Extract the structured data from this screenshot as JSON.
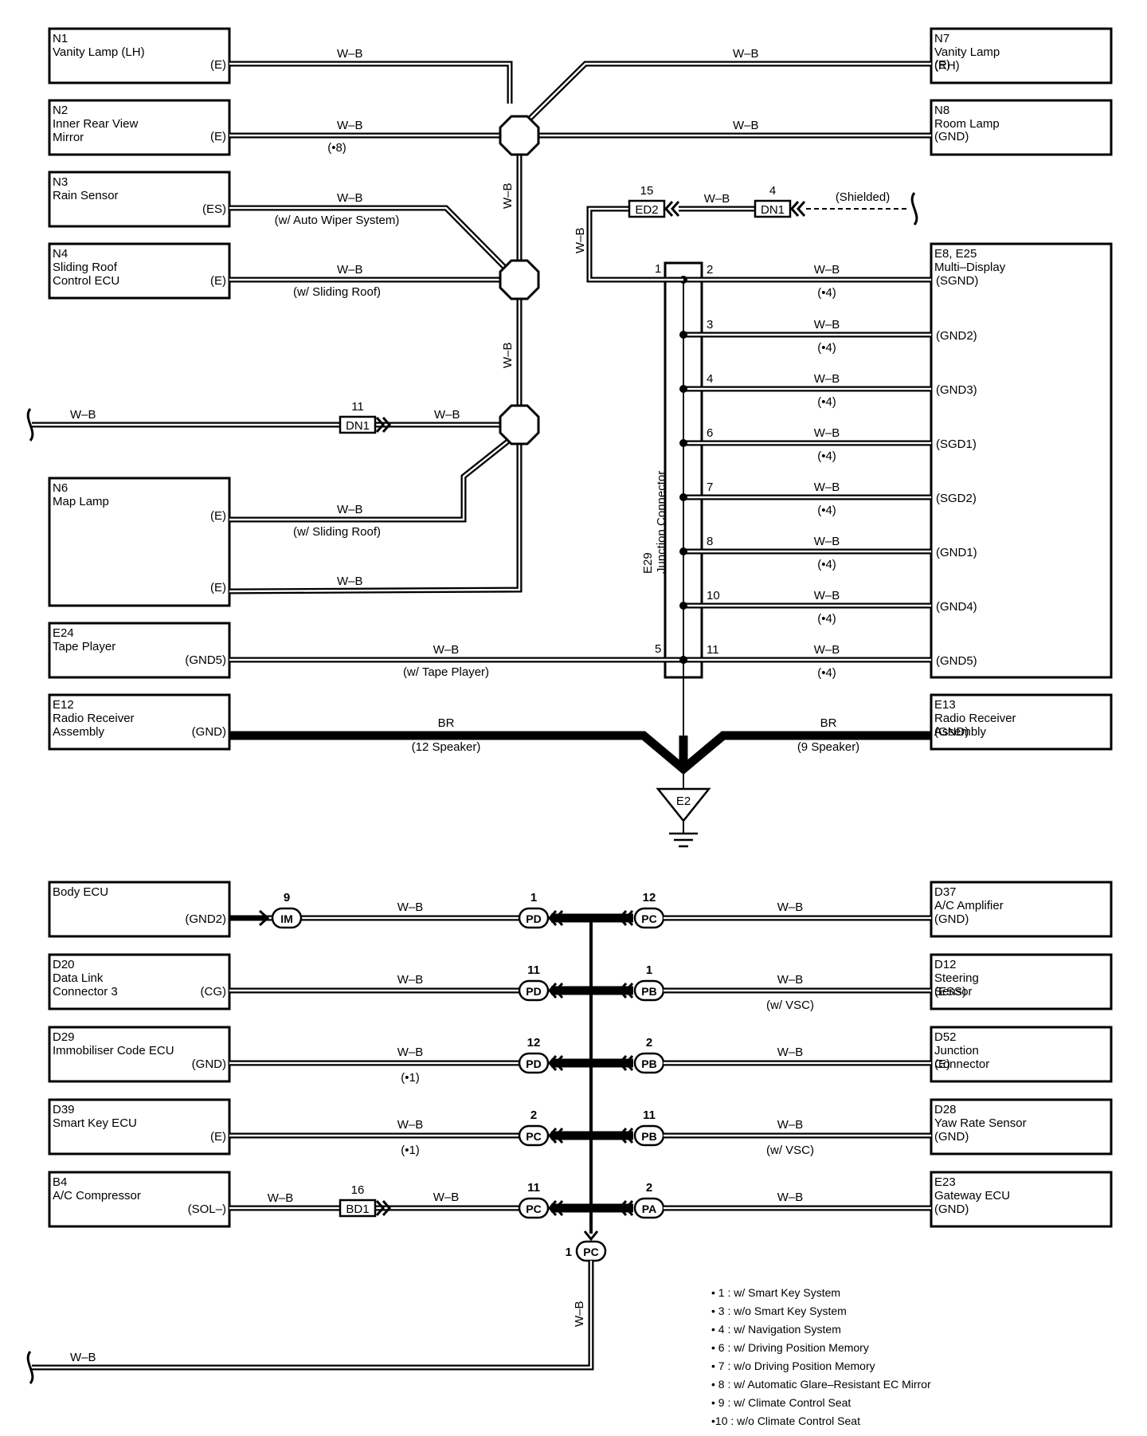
{
  "top_components": [
    {
      "id": "n1",
      "lines": [
        "N1",
        "Vanity Lamp (LH)"
      ],
      "pin": "(E)"
    },
    {
      "id": "n2",
      "lines": [
        "N2",
        "Inner Rear View",
        "Mirror"
      ],
      "pin": "(E)"
    },
    {
      "id": "n3",
      "lines": [
        "N3",
        "Rain Sensor"
      ],
      "pin": "(ES)"
    },
    {
      "id": "n4",
      "lines": [
        "N4",
        "Sliding Roof",
        "Control ECU"
      ],
      "pin": "(E)"
    },
    {
      "id": "n6",
      "lines": [
        "N6",
        "Map Lamp"
      ],
      "pins": [
        "(E)",
        "(E)"
      ]
    },
    {
      "id": "e24",
      "lines": [
        "E24",
        "Tape Player"
      ],
      "pin": "(GND5)"
    },
    {
      "id": "e12",
      "lines": [
        "E12",
        "Radio Receiver",
        "Assembly"
      ],
      "pin": "(GND)"
    },
    {
      "id": "n7",
      "lines": [
        "N7",
        "Vanity Lamp",
        "(RH)"
      ],
      "pin": "(E)"
    },
    {
      "id": "n8",
      "lines": [
        "N8",
        "Room Lamp"
      ],
      "pin": "(GND)"
    },
    {
      "id": "e8",
      "lines": [
        "E8, E25",
        "Multi–Display"
      ],
      "pins": [
        "(SGND)",
        "(GND2)",
        "(GND3)",
        "(SGD1)",
        "(SGD2)",
        "(GND1)",
        "(GND4)",
        "(GND5)"
      ]
    },
    {
      "id": "e13",
      "lines": [
        "E13",
        "Radio Receiver",
        "Assembly"
      ],
      "pin": "(GND)"
    }
  ],
  "top_wires": {
    "color": "W–B",
    "notes": {
      "n2": "(•8)",
      "n3": "(w/ Auto Wiper System)",
      "n4": "(w/ Sliding Roof)",
      "n6": "(w/ Sliding Roof)",
      "e24": "(w/ Tape Player)"
    },
    "br_color": "BR",
    "e12_note": "(12 Speaker)",
    "e13_note": "(9 Speaker)"
  },
  "connectors": {
    "ed2": {
      "name": "ED2",
      "pin": "15"
    },
    "dn1_a": {
      "name": "DN1",
      "pin": "4"
    },
    "dn1_b": {
      "name": "DN1",
      "pin": "11"
    },
    "shielded": "(Shielded)",
    "bd1": {
      "name": "BD1",
      "pin": "16"
    }
  },
  "junction": {
    "title": [
      "E29",
      "Junction Connector"
    ],
    "left_pins": [
      "1",
      "5"
    ],
    "right_pins": [
      "2",
      "3",
      "4",
      "6",
      "7",
      "8",
      "10",
      "11"
    ],
    "right_note": "(•4)"
  },
  "ground": "E2",
  "bottom_left": [
    {
      "id": "body",
      "lines": [
        "Body ECU"
      ],
      "pin": "(GND2)",
      "wire": "W–B",
      "note": "",
      "conn": "PD",
      "conn_pin": "1"
    },
    {
      "id": "d20",
      "lines": [
        "D20",
        "Data Link",
        "Connector 3"
      ],
      "pin": "(CG)",
      "wire": "W–B",
      "note": "",
      "conn": "PD",
      "conn_pin": "11"
    },
    {
      "id": "d29",
      "lines": [
        "D29",
        "Immobiliser Code ECU"
      ],
      "pin": "(GND)",
      "wire": "W–B",
      "note": "(•1)",
      "conn": "PD",
      "conn_pin": "12"
    },
    {
      "id": "d39",
      "lines": [
        "D39",
        "Smart Key ECU"
      ],
      "pin": "(E)",
      "wire": "W–B",
      "note": "(•1)",
      "conn": "PC",
      "conn_pin": "2"
    },
    {
      "id": "b4",
      "lines": [
        "B4",
        "A/C Compressor"
      ],
      "pin": "(SOL–)",
      "wire": "W–B",
      "note": "",
      "conn": "PC",
      "conn_pin": "11"
    }
  ],
  "im_connector": {
    "name": "IM",
    "pin": "9"
  },
  "bottom_right": [
    {
      "id": "d37",
      "lines": [
        "D37",
        "A/C Amplifier"
      ],
      "pin": "(GND)",
      "wire": "W–B",
      "note": "",
      "conn": "PC",
      "conn_pin": "12"
    },
    {
      "id": "d12",
      "lines": [
        "D12",
        "Steering",
        "Sensor"
      ],
      "pin": "(ESS)",
      "wire": "W–B",
      "note": "(w/ VSC)",
      "conn": "PB",
      "conn_pin": "1"
    },
    {
      "id": "d52",
      "lines": [
        "D52",
        "Junction",
        "Connector"
      ],
      "pin": "(E)",
      "wire": "W–B",
      "note": "",
      "conn": "PB",
      "conn_pin": "2"
    },
    {
      "id": "d28",
      "lines": [
        "D28",
        "Yaw Rate Sensor"
      ],
      "pin": "(GND)",
      "wire": "W–B",
      "note": "(w/ VSC)",
      "conn": "PB",
      "conn_pin": "11"
    },
    {
      "id": "e23",
      "lines": [
        "E23",
        "Gateway ECU"
      ],
      "pin": "(GND)",
      "wire": "W–B",
      "note": "",
      "conn": "PA",
      "conn_pin": "2"
    }
  ],
  "bottom_conn": {
    "name": "PC",
    "pin": "1"
  },
  "legend": [
    "• 1 : w/ Smart Key System",
    "• 3 : w/o Smart Key System",
    "• 4 : w/ Navigation System",
    "• 6 : w/ Driving Position Memory",
    "• 7 : w/o Driving Position Memory",
    "• 8 : w/ Automatic Glare–Resistant EC Mirror",
    "• 9 : w/ Climate Control Seat",
    "•10 : w/o Climate Control Seat"
  ]
}
